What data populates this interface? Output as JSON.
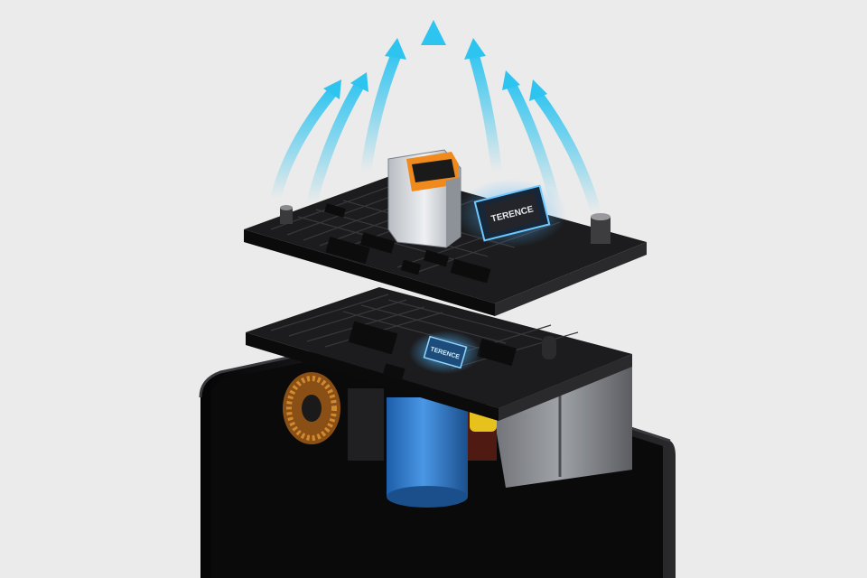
{
  "scene": {
    "background_color": "#ebebeb",
    "arrow_color": "#2ec4f0",
    "pcb_color": "#1c1c1e",
    "housing_color": "#141416",
    "chip_glow_color": "#4fb8ff",
    "usb_port_color": "#f08a1c",
    "capacitor_color": "#2f7bd0",
    "inductor_color": "#b06a1e"
  },
  "labels": {
    "main_chip": "TERENCE",
    "lower_chip": "TERENCE"
  },
  "airflow": {
    "arrow_count": 7,
    "direction": "up"
  }
}
